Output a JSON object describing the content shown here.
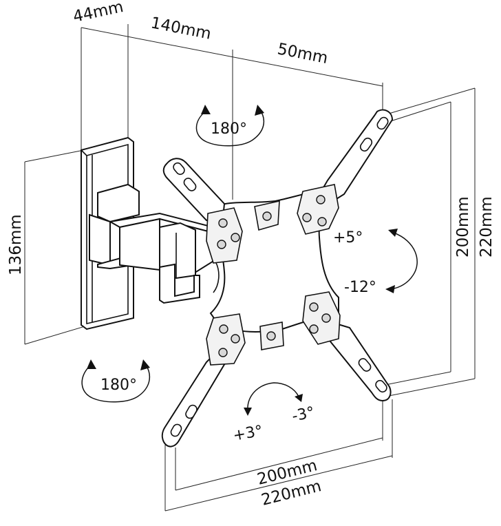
{
  "dimensions": {
    "plate_depth": "44mm",
    "arm_extension": "140mm",
    "arm_offset": "50mm",
    "plate_height": "136mm",
    "vesa_vertical_inner": "200mm",
    "vesa_vertical_outer": "220mm",
    "vesa_horizontal_inner": "200mm",
    "vesa_horizontal_outer": "220mm"
  },
  "angles": {
    "swivel_top": "180°",
    "swivel_bottom": "180°",
    "tilt_up": "+5°",
    "tilt_down": "-12°",
    "rotate_positive": "+3°",
    "rotate_negative": "-3°"
  }
}
